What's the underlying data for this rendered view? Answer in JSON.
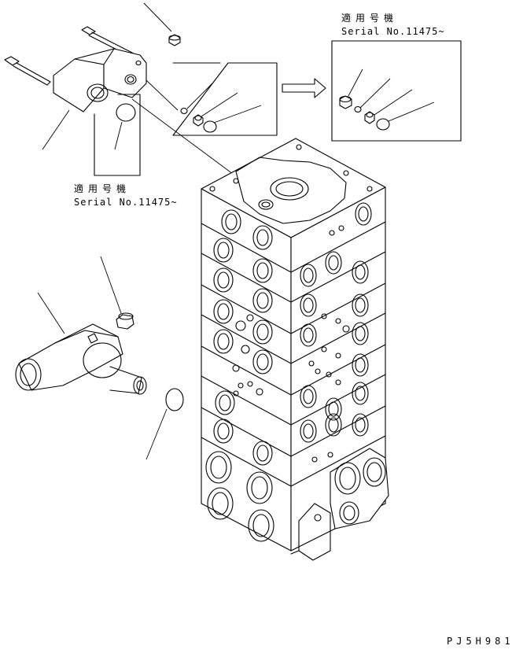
{
  "notes": {
    "top_right_applicability": "適用号機",
    "top_right_serial": "Serial No.11475~",
    "left_applicability": "適用号機",
    "left_serial": "Serial No.11475~"
  },
  "drawing_code": "PJ5H981",
  "colors": {
    "ink": "#000000",
    "paper": "#ffffff"
  }
}
